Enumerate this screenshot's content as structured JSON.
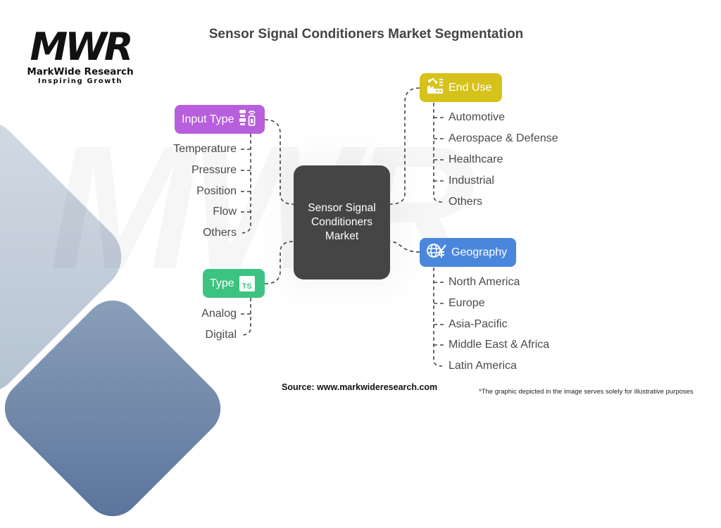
{
  "logo": {
    "mark": "MWR",
    "name": "MarkWide Research",
    "tagline": "Inspiring Growth"
  },
  "watermark": "MWR",
  "title": "Sensor Signal Conditioners Market Segmentation",
  "center_node": {
    "label": "Sensor Signal Conditioners Market",
    "color": "#454545"
  },
  "segments": {
    "input_type": {
      "label": "Input Type",
      "icon": "sensor-icon",
      "color": "#b75fdc",
      "items": [
        "Temperature",
        "Pressure",
        "Position",
        "Flow",
        "Others"
      ]
    },
    "type": {
      "label": "Type",
      "icon": "ts-badge-icon",
      "icon_text": "TS",
      "color": "#3dc381",
      "items": [
        "Analog",
        "Digital"
      ]
    },
    "end_use": {
      "label": "End Use",
      "icon": "industry-robot-icon",
      "color": "#d7c21c",
      "items": [
        "Automotive",
        "Aerospace & Defense",
        "Healthcare",
        "Industrial",
        "Others"
      ]
    },
    "geography": {
      "label": "Geography",
      "icon": "globe-yen-icon",
      "color": "#4a87dc",
      "items": [
        "North America",
        "Europe",
        "Asia-Pacific",
        "Middle East & Africa",
        "Latin America"
      ]
    }
  },
  "footer": {
    "source": "Source: www.markwideresearch.com",
    "disclaimer": "*The graphic depicted in the image serves solely for illustrative purposes"
  }
}
